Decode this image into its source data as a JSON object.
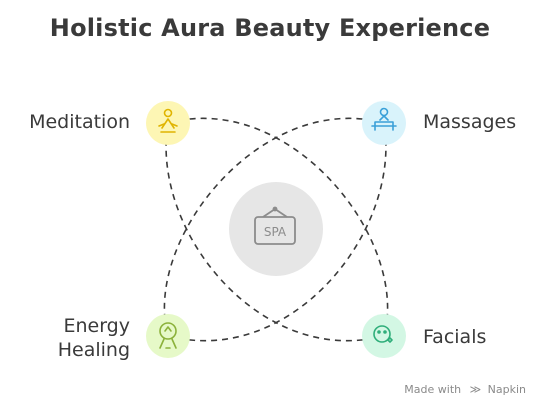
{
  "title": "Holistic Aura Beauty Experience",
  "center": {
    "icon": "spa-sign-icon",
    "text": "SPA"
  },
  "nodes": [
    {
      "id": "meditation",
      "label": "Meditation",
      "icon": "meditation-icon",
      "color": "#fdf6b4"
    },
    {
      "id": "massages",
      "label": "Massages",
      "icon": "massage-icon",
      "color": "#d9f3fb"
    },
    {
      "id": "energy-healing",
      "label_lines": [
        "Energy",
        "Healing"
      ],
      "icon": "energy-icon",
      "color": "#e6f9c8"
    },
    {
      "id": "facials",
      "label": "Facials",
      "icon": "facial-icon",
      "color": "#d3f7e4"
    }
  ],
  "footer": {
    "made_with": "Made with",
    "brand": "Napkin"
  }
}
